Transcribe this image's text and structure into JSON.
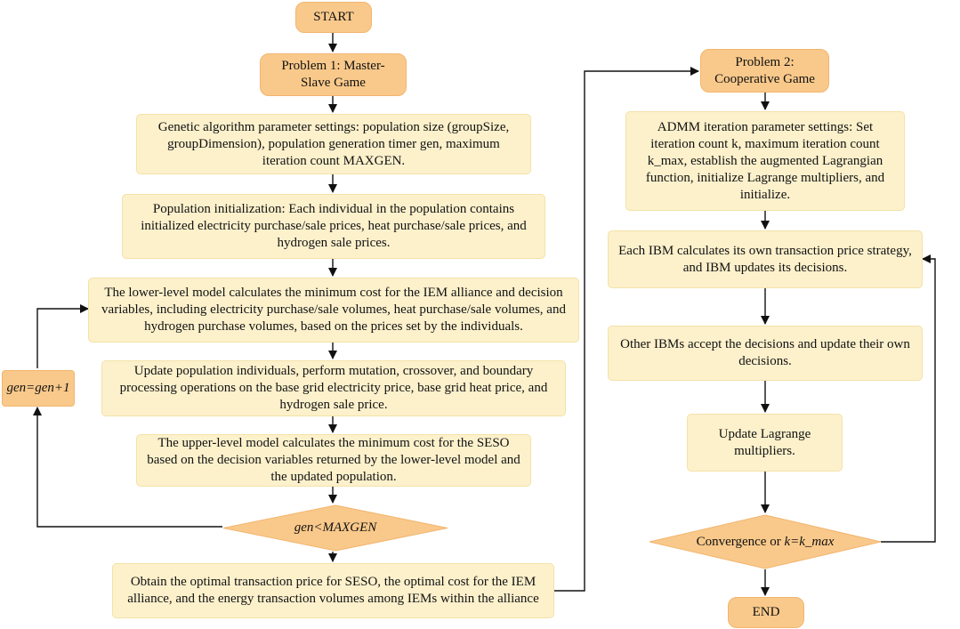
{
  "left": {
    "start": "START",
    "problem1": "Problem 1: Master-Slave Game",
    "ga_settings": "Genetic algorithm parameter settings: population size (groupSize, groupDimension), population generation timer gen, maximum iteration count MAXGEN.",
    "pop_init": "Population initialization: Each individual in the population contains initialized electricity purchase/sale prices, heat purchase/sale prices, and hydrogen sale prices.",
    "lower_level": "The lower-level model calculates the minimum cost for the IEM alliance and decision variables, including electricity purchase/sale volumes, heat purchase/sale volumes, and hydrogen purchase volumes, based on the prices set by the individuals.",
    "update_pop": "Update population individuals, perform mutation, crossover, and boundary processing operations on the base grid electricity price, base grid heat price, and hydrogen sale price.",
    "upper_level": "The upper-level model calculates the minimum cost for the SESO based on the decision variables returned by the lower-level model and the updated population.",
    "decision": "gen<MAXGEN",
    "gen_inc": "gen=gen+1",
    "optimal": "Obtain the optimal transaction price for SESO, the optimal cost for the IEM alliance, and the energy transaction volumes among IEMs within the alliance"
  },
  "right": {
    "problem2": "Problem 2: Cooperative Game",
    "admm_settings": "ADMM iteration parameter settings: Set iteration count k, maximum iteration count k_max, establish the augmented Lagrangian function, initialize Lagrange multipliers, and initialize.",
    "ibm_calc": "Each IBM calculates its own transaction price strategy, and IBM updates its decisions.",
    "other_ibms": "Other IBMs accept the decisions and update their own decisions.",
    "update_lagrange": "Update Lagrange multipliers.",
    "convergence_prefix": "Convergence or ",
    "convergence_var": "k=k_max",
    "end": "END"
  }
}
